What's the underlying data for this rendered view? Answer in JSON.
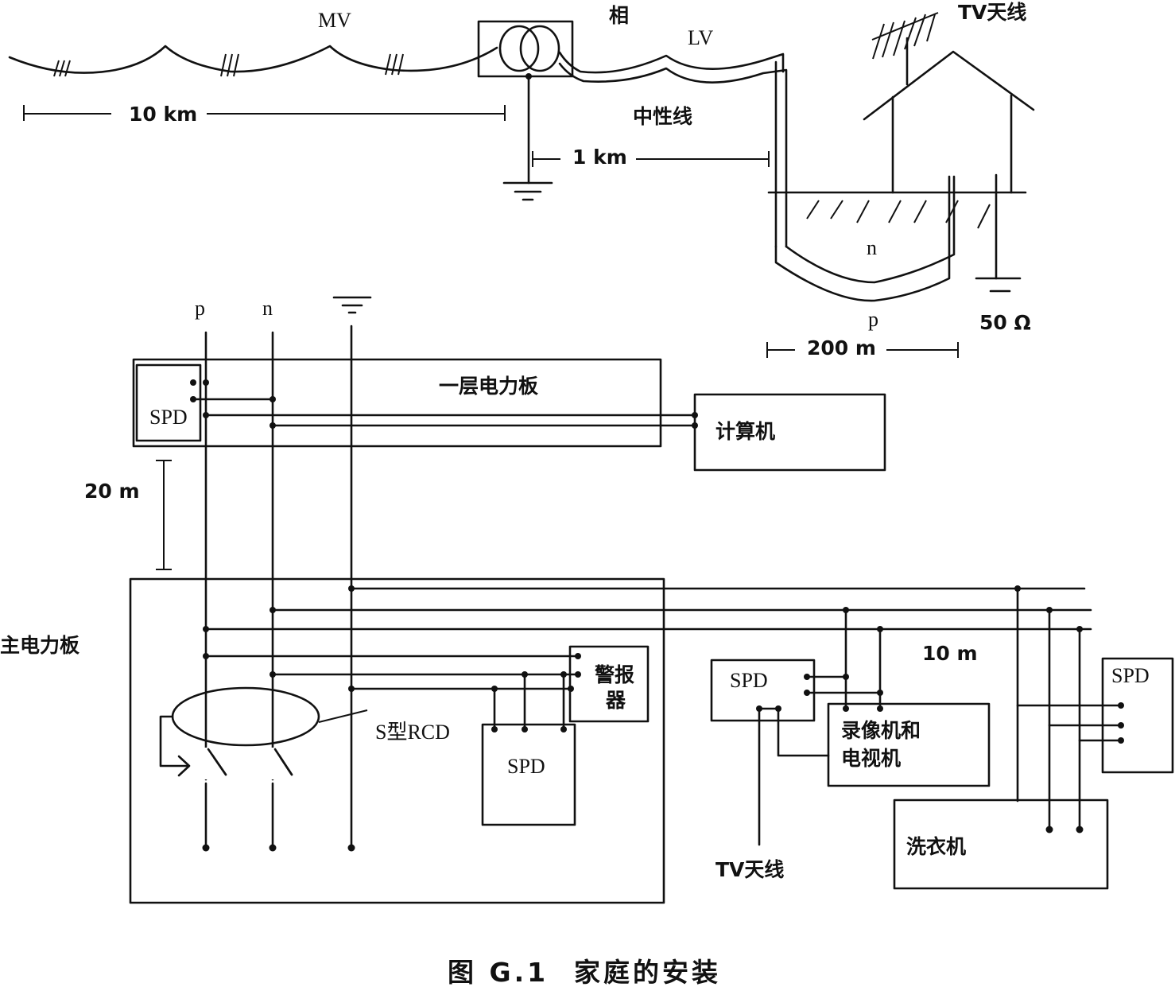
{
  "title": "Figure G.1 household installation lightning protection diagram",
  "caption": {
    "figure_number": "图 G.1",
    "title": "家庭的安装"
  },
  "network": {
    "mv_label": "MV",
    "lv_label": "LV",
    "phase_label": "相",
    "neutral_label": "中性线",
    "mv_distance": "10 km",
    "lv_distance": "1 km",
    "service_distance": "200 m",
    "earth_resistance": "50 Ω",
    "underground_n_label": "n",
    "underground_p_label": "p",
    "roof_antenna_label": "TV天线"
  },
  "conductors": {
    "phase": "p",
    "neutral": "n"
  },
  "first_floor_panel": {
    "label": "一层电力板",
    "spd_label": "SPD",
    "riser_distance": "20 m",
    "load_label": "计算机"
  },
  "main_panel": {
    "label": "主电力板",
    "rcd_label": "S型RCD",
    "alarm_label_line1": "警报",
    "alarm_label_line2": "器",
    "spd_label": "SPD"
  },
  "branch": {
    "distance": "10 m",
    "av_spd_label": "SPD",
    "av_load_line1": "录像机和",
    "av_load_line2": "电视机",
    "antenna_label": "TV天线",
    "washer_spd_label": "SPD",
    "washer_label": "洗衣机"
  }
}
